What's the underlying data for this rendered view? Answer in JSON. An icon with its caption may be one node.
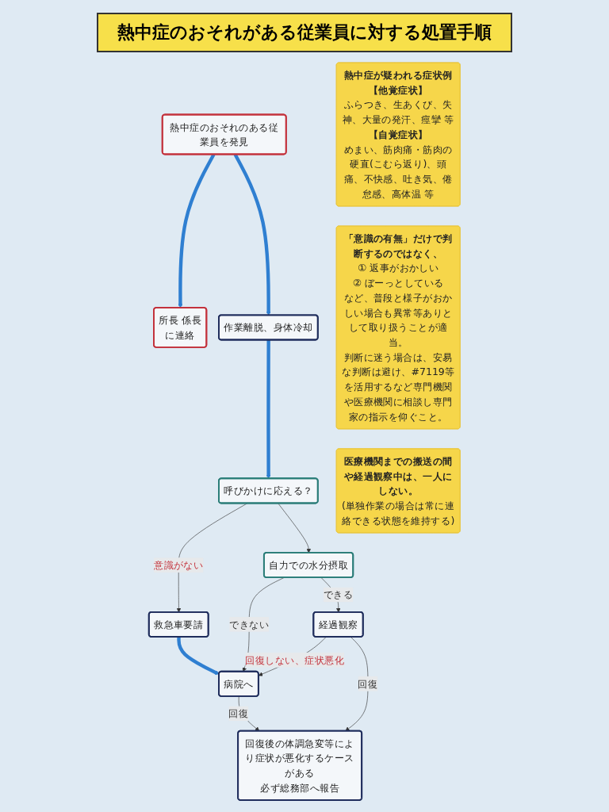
{
  "diagram": {
    "title": "熱中症のおそれがある従業員に対する処置手順",
    "nodes": [
      {
        "text": [
          "熱中症のおそれのある従業員を発見"
        ]
      },
      {
        "text": [
          "所長 係長",
          "に連絡"
        ]
      },
      {
        "text": [
          "作業離脱、身体冷却"
        ]
      },
      {
        "text": [
          "呼びかけに応える？"
        ]
      },
      {
        "text": [
          "救急車要請"
        ]
      },
      {
        "text": [
          "自力での水分摂取"
        ]
      },
      {
        "text": [
          "病院へ"
        ]
      },
      {
        "text": [
          "経過観察"
        ]
      },
      {
        "text": [
          "回復後の体調急変等により症状が悪化するケースがある",
          "必ず総務部へ報告"
        ]
      },
      {
        "text": [
          "熱中症が疑われる症状例",
          "【他覚症状】",
          "ふらつき、生あくび、失神、大量の発汗、痙攣 等",
          "【自覚症状】",
          "めまい、筋肉痛・筋肉の硬直(こむら返り)、頭痛、不快感、吐き気、倦怠感、高体温 等"
        ]
      },
      {
        "text": [
          "「意識の有無」だけで判断するのではなく、",
          "① 返事がおかしい",
          "② ぼーっとしている",
          "など、普段と様子がおかしい場合も異常等ありとして取り扱うことが適当。",
          "判断に迷う場合は、安易な判断は避け、#7119等を活用するなど専門機関や医療機関に相談し専門家の指示を仰ぐこと。"
        ]
      },
      {
        "text": [
          "医療機関までの搬送の間や経過観察中は、一人にしない。",
          "(単独作業の場合は常に連絡できる状態を維持する)"
        ]
      }
    ],
    "edges": [
      {
        "from": 0,
        "to": 1,
        "arrow": "to",
        "style": "thick",
        "color": "#2f7fd1"
      },
      {
        "from": 0,
        "to": 2,
        "arrow": "to",
        "style": "thick",
        "color": "#2f7fd1"
      },
      {
        "from": 2,
        "to": 3,
        "arrow": "to",
        "style": "thick",
        "color": "#2f7fd1"
      },
      {
        "from": 3,
        "to": 4,
        "arrow": "to",
        "label": "意識がない"
      },
      {
        "from": 3,
        "to": 5,
        "arrow": "to"
      },
      {
        "from": 5,
        "to": 6,
        "arrow": "to",
        "label": "できない"
      },
      {
        "from": 5,
        "to": 7,
        "arrow": "to",
        "label": "できる"
      },
      {
        "from": 4,
        "to": 6,
        "arrow": "to",
        "style": "thick",
        "color": "#2f7fd1"
      },
      {
        "from": 7,
        "to": 6,
        "arrow": "to",
        "label": "回復しない、症状悪化"
      },
      {
        "from": 6,
        "to": 8,
        "arrow": "to",
        "label": "回復"
      },
      {
        "from": 7,
        "to": 8,
        "arrow": "to",
        "label": "回復"
      }
    ]
  }
}
